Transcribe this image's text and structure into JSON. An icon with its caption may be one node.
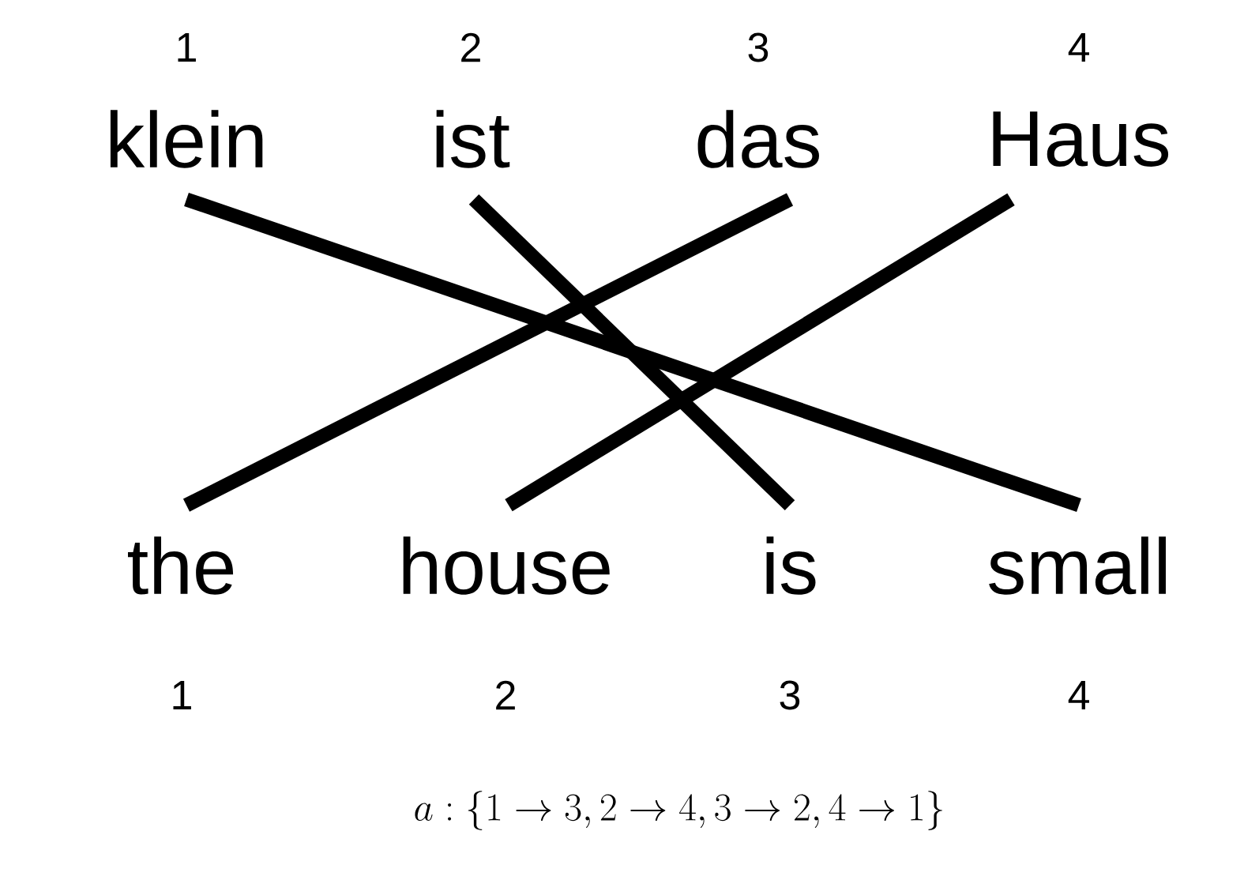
{
  "diagram": {
    "nodes": [
      {
        "text": [
          "klein"
        ],
        "beside": [
          "1"
        ]
      },
      {
        "text": [
          "ist"
        ],
        "beside": [
          "2"
        ]
      },
      {
        "text": [
          "das"
        ],
        "beside": [
          "3"
        ]
      },
      {
        "text": [
          "Haus"
        ],
        "beside": [
          "4"
        ]
      },
      {
        "text": [
          "the"
        ],
        "beside": [
          "1"
        ]
      },
      {
        "text": [
          "house"
        ],
        "beside": [
          "2"
        ]
      },
      {
        "text": [
          "is"
        ],
        "beside": [
          "3"
        ]
      },
      {
        "text": [
          "small"
        ],
        "beside": [
          "4"
        ]
      }
    ],
    "edges": [
      {
        "from": 0,
        "to": 7,
        "arrow": "none"
      },
      {
        "from": 1,
        "to": 6,
        "arrow": "none"
      },
      {
        "from": 2,
        "to": 4,
        "arrow": "none"
      },
      {
        "from": 3,
        "to": 5,
        "arrow": "none"
      }
    ],
    "labels": [
      "a : \\{1 \\rightarrow 3, 2 \\rightarrow 4, 3 \\rightarrow 2, 4 \\rightarrow 1\\}"
    ]
  }
}
